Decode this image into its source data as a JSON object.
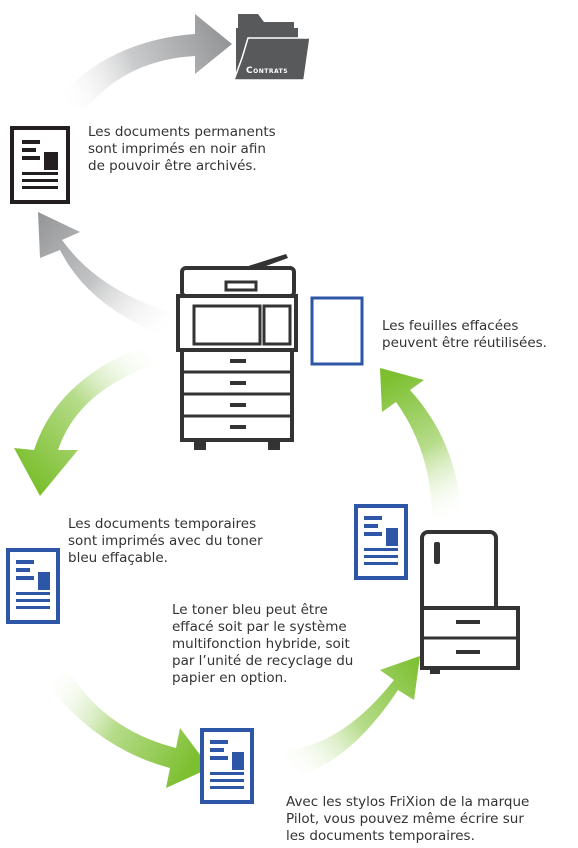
{
  "folder": {
    "label": "Contrats"
  },
  "captions": {
    "permanent_docs": "Les documents permanents\nsont imprimés en noir afin\nde pouvoir être archivés.",
    "erased_sheets": "Les feuilles effacées\npeuvent être réutilisées.",
    "temporary_docs": "Les documents temporaires\nsont imprimés avec du toner\nbleu effaçable.",
    "blue_toner": "Le toner bleu peut être\neffacé soit par le système\nmultifonction hybride, soit\npar l’unité de recyclage du\npapier en option.",
    "frixion": "Avec les stylos FriXion de la marque\nPilot, vous pouvez même écrire sur\nles documents temporaires."
  },
  "colors": {
    "gray_arrow": "#8f9092",
    "green_arrow": "#7cbf2f",
    "black_doc": "#231f20",
    "blue_doc": "#2e56a6",
    "device_stroke": "#333333",
    "folder": "#58595b"
  },
  "icons": {
    "folder": "folder-icon",
    "black_document": "document-icon",
    "blue_document": "document-icon",
    "blank_sheet": "blank-sheet-icon",
    "mfp": "multifunction-printer-icon",
    "recycler": "paper-recycling-unit-icon"
  }
}
